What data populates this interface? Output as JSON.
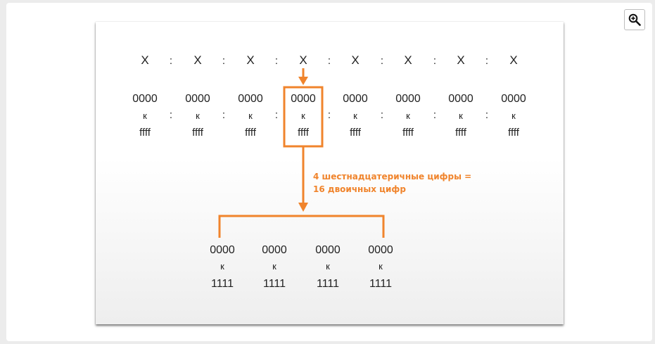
{
  "zoom_button": {
    "icon": "zoom-in-icon"
  },
  "address_row": {
    "segments": [
      "X",
      "X",
      "X",
      "X",
      "X",
      "X",
      "X",
      "X"
    ],
    "separator": ":"
  },
  "range_row": {
    "groups": [
      {
        "top": "0000",
        "middle": "к",
        "bottom": "ffff"
      },
      {
        "top": "0000",
        "middle": "к",
        "bottom": "ffff"
      },
      {
        "top": "0000",
        "middle": "к",
        "bottom": "ffff"
      },
      {
        "top": "0000",
        "middle": "к",
        "bottom": "ffff"
      },
      {
        "top": "0000",
        "middle": "к",
        "bottom": "ffff"
      },
      {
        "top": "0000",
        "middle": "к",
        "bottom": "ffff"
      },
      {
        "top": "0000",
        "middle": "к",
        "bottom": "ffff"
      },
      {
        "top": "0000",
        "middle": "к",
        "bottom": "ffff"
      }
    ],
    "separator": ":",
    "highlighted_index": 3
  },
  "annotation": {
    "line1": "4 шестнадцатеричные цифры =",
    "line2": "16 двоичных цифр"
  },
  "binary_row": {
    "groups": [
      {
        "top": "0000",
        "middle": "к",
        "bottom": "1111"
      },
      {
        "top": "0000",
        "middle": "к",
        "bottom": "1111"
      },
      {
        "top": "0000",
        "middle": "к",
        "bottom": "1111"
      },
      {
        "top": "0000",
        "middle": "к",
        "bottom": "1111"
      }
    ]
  },
  "colors": {
    "accent": "#f0842c",
    "text": "#222222",
    "background": "#ececec"
  }
}
